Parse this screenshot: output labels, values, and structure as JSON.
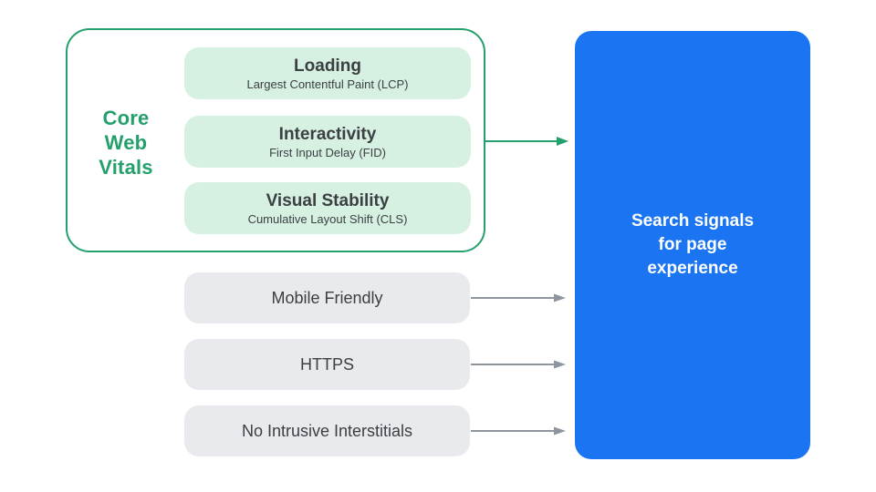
{
  "colors": {
    "green": "#23A06B",
    "green_light": "#D6F0E2",
    "blue": "#1B74F2",
    "gray_box": "#E8EAED",
    "arrow_gray": "#8E959C",
    "text_dark": "#3C4043",
    "white": "#FFFFFF"
  },
  "core_web_vitals": {
    "label_lines": [
      "Core",
      "Web",
      "Vitals"
    ],
    "vitals": [
      {
        "title": "Loading",
        "subtitle": "Largest Contentful Paint (LCP)"
      },
      {
        "title": "Interactivity",
        "subtitle": "First Input Delay (FID)"
      },
      {
        "title": "Visual Stability",
        "subtitle": "Cumulative Layout Shift (CLS)"
      }
    ]
  },
  "other_signals": [
    "Mobile Friendly",
    "HTTPS",
    "No Intrusive Interstitials"
  ],
  "result": {
    "lines": [
      "Search signals",
      "for page",
      "experience"
    ]
  }
}
